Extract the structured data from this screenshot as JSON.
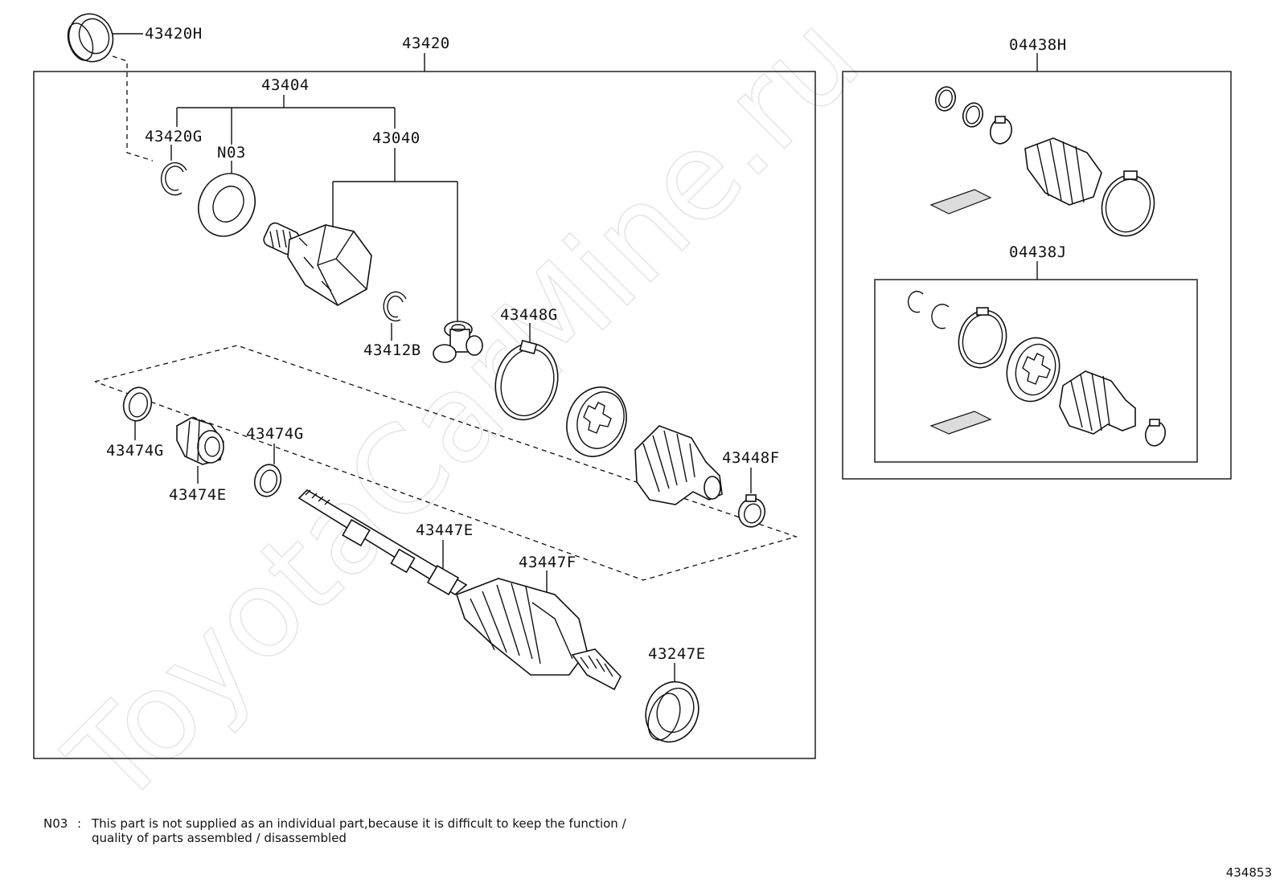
{
  "watermark": "ToyotaCarMine.ru",
  "labels": {
    "l43420H": "43420H",
    "l43420": "43420",
    "l43404": "43404",
    "l43420G": "43420G",
    "lN03": "N03",
    "l43040": "43040",
    "l43412B": "43412B",
    "l43448G": "43448G",
    "l43474G_a": "43474G",
    "l43474E": "43474E",
    "l43474G_b": "43474G",
    "l43448F": "43448F",
    "l43447E": "43447E",
    "l43447F": "43447F",
    "l43247E": "43247E",
    "l04438H": "04438H",
    "l04438J": "04438J"
  },
  "note": {
    "code": "N03",
    "separator": ":",
    "line1": "This part is not supplied as an individual part,because it is difficult to keep the function /",
    "line2": "quality of parts assembled / disassembled"
  },
  "diagram_number": "434853"
}
